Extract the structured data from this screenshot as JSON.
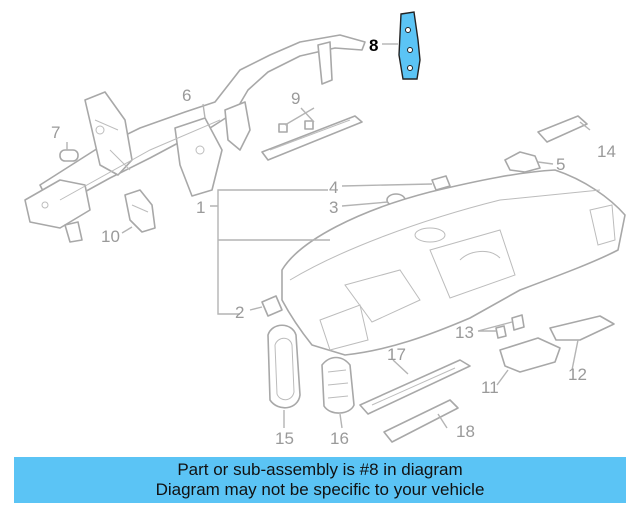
{
  "callouts": {
    "c1": "1",
    "c2": "2",
    "c3": "3",
    "c4": "4",
    "c5": "5",
    "c6": "6",
    "c7": "7",
    "c8": "8",
    "c9": "9",
    "c10": "10",
    "c11": "11",
    "c12": "12",
    "c13": "13",
    "c14": "14",
    "c15": "15",
    "c16": "16",
    "c17": "17",
    "c18": "18"
  },
  "highlight": {
    "part": "8",
    "color": "#5bc4f5"
  },
  "banner": {
    "line1": "Part or sub-assembly is #8 in diagram",
    "line2": "Diagram may not be specific to your vehicle",
    "color": "#5bc4f5"
  }
}
